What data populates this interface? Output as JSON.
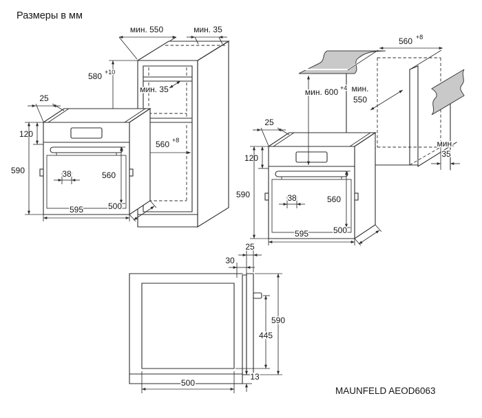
{
  "page": {
    "title": "Размеры в мм",
    "model": "MAUNFELD AEOD6063"
  },
  "oven": {
    "top_inset": "25",
    "panel_height": "120",
    "height": "590",
    "detail": "38",
    "inner_height": "560",
    "width": "595",
    "depth": "500"
  },
  "tall_cabinet": {
    "depth_min": "мин. 550",
    "top_rear_gap_min": "мин. 35",
    "niche_height": "580",
    "niche_height_tol": "+10",
    "shelf_rear_gap_min": "мин. 35",
    "niche_width": "560",
    "niche_width_tol": "+8"
  },
  "base_cabinet": {
    "niche_width": "560",
    "niche_width_tol": "+8",
    "height_min": "мин. 600",
    "height_tol": "+4",
    "depth_min_label": "мин.",
    "depth_min_value": "550",
    "rear_gap_label": "мин.",
    "rear_gap_value": "35"
  },
  "side_view": {
    "front_offset": "25",
    "door_thickness": "30",
    "height": "590",
    "inner_height": "445",
    "depth": "500",
    "bottom_gap": "13"
  }
}
